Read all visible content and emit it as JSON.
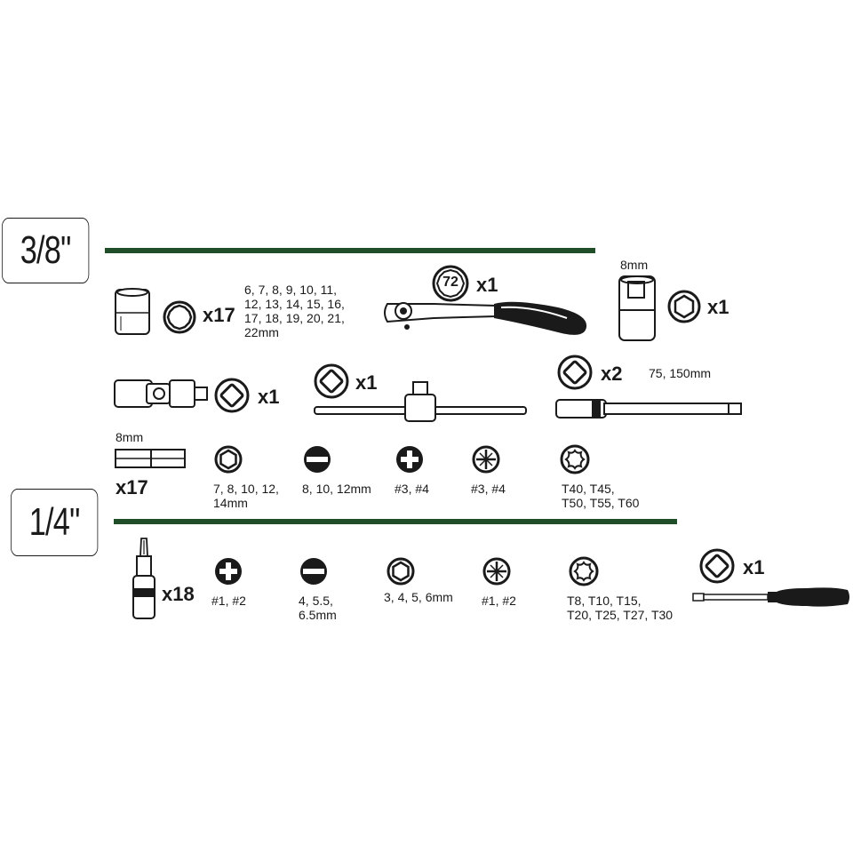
{
  "colors": {
    "rule": "#1f4e28",
    "ink": "#1a1a1a"
  },
  "sections": {
    "three_eighths": {
      "label": "3/8\"",
      "sockets": {
        "qty": "x17",
        "sizes_l1": "6, 7, 8, 9, 10, 11,",
        "sizes_l2": "12, 13, 14, 15, 16,",
        "sizes_l3": "17, 18, 19, 20, 21,",
        "sizes_l4": "22mm"
      },
      "ratchet": {
        "badge": "72",
        "qty": "x1"
      },
      "adapter": {
        "size": "8mm",
        "qty": "x1"
      },
      "ujoint": {
        "qty": "x1"
      },
      "tbar": {
        "qty": "x1"
      },
      "extensions": {
        "qty": "x2",
        "sizes": "75, 150mm"
      },
      "bits": {
        "size": "8mm",
        "qty": "x17"
      },
      "bit_types": {
        "hex": {
          "l1": "7, 8, 10, 12,",
          "l2": "14mm"
        },
        "slotted": {
          "l1": "8, 10, 12mm"
        },
        "phillips": {
          "l1": "#3, #4"
        },
        "pozidriv": {
          "l1": "#3, #4"
        },
        "torx": {
          "l1": "T40, T45,",
          "l2": "T50, T55, T60"
        }
      }
    },
    "quarter": {
      "label": "1/4\"",
      "bits": {
        "qty": "x18"
      },
      "bit_types": {
        "phillips": {
          "l1": "#1, #2"
        },
        "slotted": {
          "l1": "4, 5.5,",
          "l2": "6.5mm"
        },
        "hex": {
          "l1": "3, 4, 5, 6mm"
        },
        "pozidriv": {
          "l1": "#1, #2"
        },
        "torx": {
          "l1": "T8, T10, T15,",
          "l2": "T20, T25, T27, T30"
        }
      },
      "screwdriver": {
        "qty": "x1"
      }
    }
  },
  "icons": [
    "socket-icon",
    "twelve-point-icon",
    "ratchet-icon",
    "adapter-icon",
    "hexagon-icon",
    "universal-joint-icon",
    "square-drive-icon",
    "t-bar-icon",
    "extension-bar-icon",
    "hex-bit-icon",
    "slotted-icon",
    "phillips-icon",
    "pozidriv-icon",
    "torx-icon",
    "bit-holder-icon",
    "screwdriver-icon"
  ]
}
